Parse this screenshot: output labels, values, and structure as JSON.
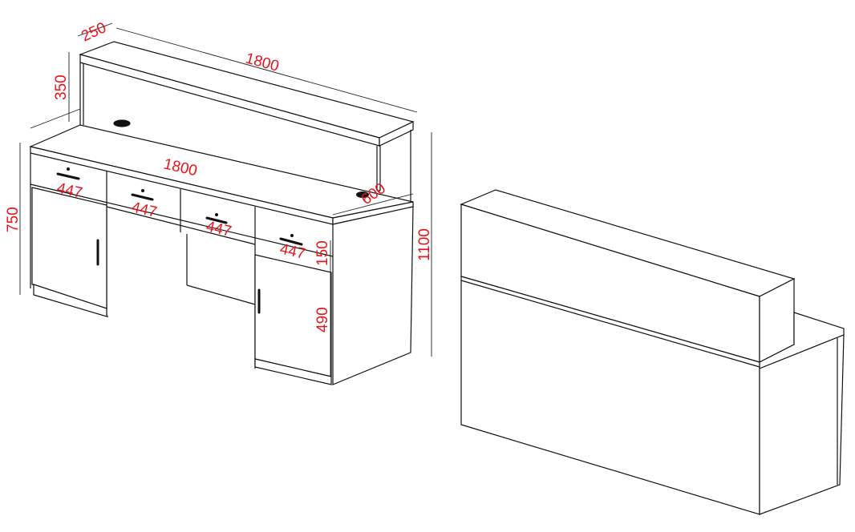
{
  "colors": {
    "dimension_text": "#e8141b",
    "line": "#111111"
  },
  "dimensions": {
    "hutch_depth": "250",
    "hutch_width": "1800",
    "hutch_height": "350",
    "desk_width": "1800",
    "desk_height": "750",
    "drawer_widths": [
      "447",
      "447",
      "447",
      "447"
    ],
    "desk_depth": "600",
    "drawer_height": "150",
    "door_height": "490",
    "total_height": "1100"
  }
}
